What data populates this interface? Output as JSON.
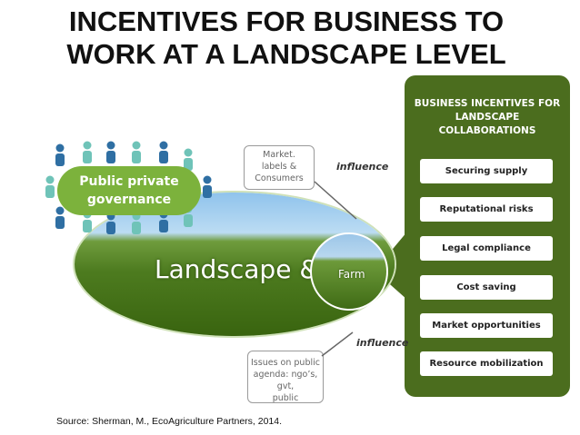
{
  "title": {
    "line1": "INCENTIVES FOR BUSINESS TO",
    "line2": "WORK AT A LANDSCAPE LEVEL"
  },
  "panel": {
    "title_line1": "BUSINESS INCENTIVES FOR",
    "title_line2": "LANDSCAPE",
    "title_line3": "COLLABORATIONS",
    "items": [
      "Securing supply",
      "Reputational risks",
      "Legal compliance",
      "Cost saving",
      "Market opportunities",
      "Resource mobilization"
    ],
    "color": "#4b6d1e"
  },
  "diagram": {
    "governance_line1": "Public private",
    "governance_line2": "governance",
    "landscape_label": "Landscape &",
    "farm_label": "Farm",
    "market_line1": "Market.",
    "market_line2": "labels &",
    "market_line3": "Consumers",
    "issues_line1": "Issues on public",
    "issues_line2": "agenda: ngo’s, gvt,",
    "issues_line3": "public",
    "influence_top": "influence",
    "influence_bottom": "influence",
    "people_colors": [
      "#2f6fa3",
      "#6fc3b8"
    ],
    "governance_color": "#7cb23c"
  },
  "source": "Source:  Sherman, M., EcoAgriculture Partners, 2014."
}
